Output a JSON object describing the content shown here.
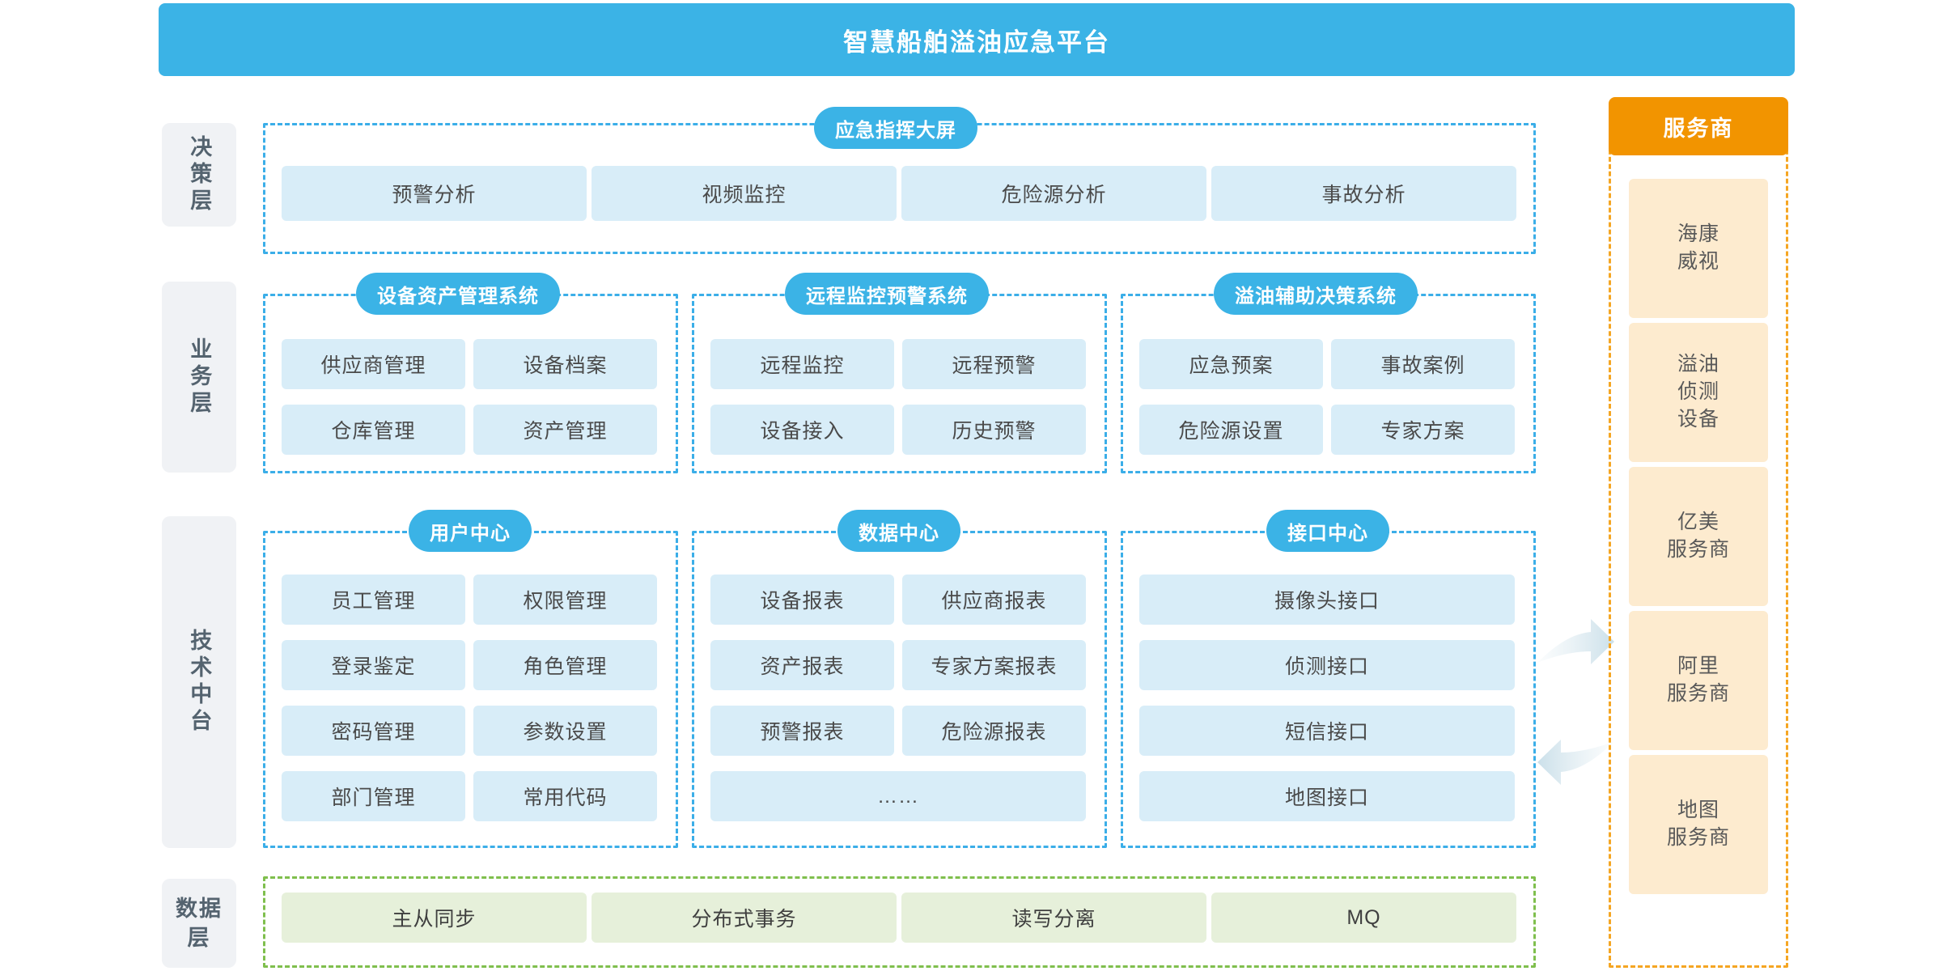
{
  "header": {
    "title": "智慧船舶溢油应急平台"
  },
  "layers": [
    {
      "label": "决策层"
    },
    {
      "label": "业务层"
    },
    {
      "label": "技术中台"
    },
    {
      "label": "数据层"
    }
  ],
  "decision_layer": {
    "group_title": "应急指挥大屏",
    "cards": [
      "预警分析",
      "视频监控",
      "危险源分析",
      "事故分析"
    ]
  },
  "business_layer": {
    "groups": [
      {
        "title": "设备资产管理系统",
        "cards": [
          "供应商管理",
          "设备档案",
          "仓库管理",
          "资产管理"
        ]
      },
      {
        "title": "远程监控预警系统",
        "cards": [
          "远程监控",
          "远程预警",
          "设备接入",
          "历史预警"
        ]
      },
      {
        "title": "溢油辅助决策系统",
        "cards": [
          "应急预案",
          "事故案例",
          "危险源设置",
          "专家方案"
        ]
      }
    ]
  },
  "tech_platform": {
    "groups": [
      {
        "title": "用户中心",
        "cards": [
          "员工管理",
          "权限管理",
          "登录鉴定",
          "角色管理",
          "密码管理",
          "参数设置",
          "部门管理",
          "常用代码"
        ]
      },
      {
        "title": "数据中心",
        "cards": [
          "设备报表",
          "供应商报表",
          "资产报表",
          "专家方案报表",
          "预警报表",
          "危险源报表"
        ],
        "full_width_card": "……"
      },
      {
        "title": "接口中心",
        "cards": [
          "摄像头接口",
          "侦测接口",
          "短信接口",
          "地图接口"
        ]
      }
    ]
  },
  "data_layer": {
    "cards": [
      "主从同步",
      "分布式事务",
      "读写分离",
      "MQ"
    ]
  },
  "service_providers": {
    "header": "服务商",
    "items": [
      "海康\n威视",
      "溢油\n侦测\n设备",
      "亿美\n服务商",
      "阿里\n服务商",
      "地图\n服务商"
    ]
  },
  "colors": {
    "brand_blue": "#3BB3E6",
    "dashed_blue": "#3BAEE8",
    "card_blue": "#D8EDF8",
    "dashed_green": "#7FBF4D",
    "card_green": "#E6F0DA",
    "brand_orange": "#F29400",
    "dashed_orange": "#F5A623",
    "card_orange": "#FDEBCF",
    "label_gray": "#F0F2F5"
  }
}
